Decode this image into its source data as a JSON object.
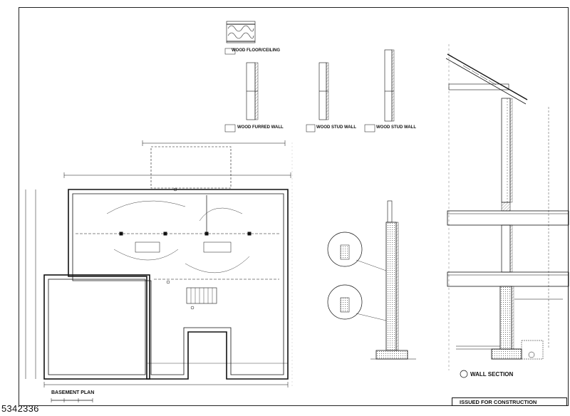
{
  "sheet": {
    "listing_id": "5342336",
    "stamp": "ISSUED FOR CONSTRUCTION",
    "plan_title": "BASEMENT PLAN",
    "wall_section_title": "WALL SECTION",
    "detail_titles": {
      "floor_ceiling": "WOOD FLOOR/CEILING",
      "furred_wall": "WOOD FURRED WALL",
      "stud_wall": "WOOD STUD WALL"
    }
  },
  "colors": {
    "line": "#111111",
    "hatch": "#555555",
    "paper": "#ffffff"
  }
}
